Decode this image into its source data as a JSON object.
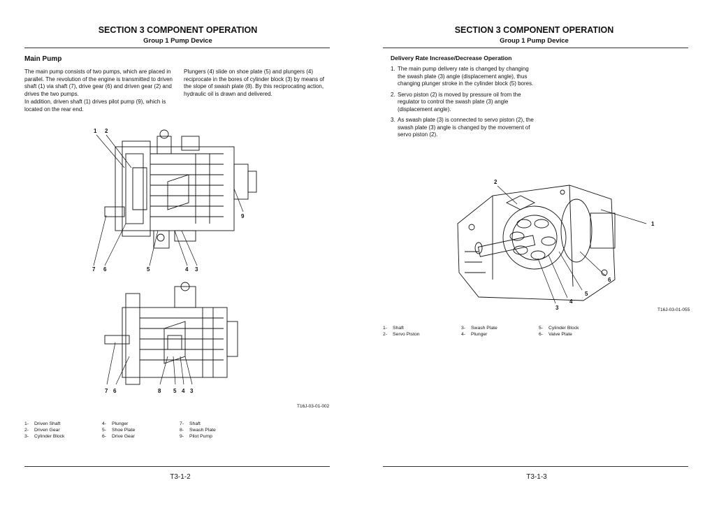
{
  "left": {
    "section_title": "SECTION 3 COMPONENT OPERATION",
    "group_title": "Group 1 Pump Device",
    "heading": "Main Pump",
    "col1": [
      "The main pump consists of two pumps, which are placed in parallel. The revolution of the engine is transmitted to driven shaft (1) via shaft (7), drive gear (6) and driven gear (2) and drives the two pumps.",
      "In addition, driven shaft (1) drives pilot pump (9), which is located on the rear end."
    ],
    "col2": "Plungers (4) slide on shoe plate (5) and plungers (4) reciprocate in the bores of cylinder block (3) by means of the slope of swash plate (8). By this reciprocating action, hydraulic oil is drawn and delivered.",
    "fig_top_callouts": [
      "1",
      "2",
      "9",
      "7",
      "6",
      "5",
      "4",
      "3"
    ],
    "fig_bottom_callouts": [
      "7",
      "6",
      "8",
      "5",
      "4",
      "3"
    ],
    "figure_id": "T16J-03-01-002",
    "legend": [
      [
        {
          "num": "1-",
          "label": "Driven Shaft"
        },
        {
          "num": "2-",
          "label": "Driven Gear"
        },
        {
          "num": "3-",
          "label": "Cylinder Block"
        }
      ],
      [
        {
          "num": "4-",
          "label": "Plunger"
        },
        {
          "num": "5-",
          "label": "Shoe Plate"
        },
        {
          "num": "6-",
          "label": "Drive Gear"
        }
      ],
      [
        {
          "num": "7-",
          "label": "Shaft"
        },
        {
          "num": "8-",
          "label": "Swash Plate"
        },
        {
          "num": "9-",
          "label": "Pilot Pump"
        }
      ]
    ],
    "page_number": "T3-1-2"
  },
  "right": {
    "section_title": "SECTION 3 COMPONENT OPERATION",
    "group_title": "Group 1 Pump Device",
    "heading": "Delivery Rate Increase/Decrease Operation",
    "steps": [
      {
        "num": "1.",
        "text": "The main pump delivery rate is changed by changing the swash plate (3) angle (displacement angle), thus changing plunger stroke in the cylinder block (5) bores."
      },
      {
        "num": "2.",
        "text": "Servo piston (2) is moved by pressure oil from the regulator to control the swash plate (3) angle (displacement angle)."
      },
      {
        "num": "3.",
        "text": "As swash plate (3) is connected to servo piston (2), the swash plate (3) angle is changed by the movement of servo piston (2)."
      }
    ],
    "fig_callouts": [
      "2",
      "1",
      "6",
      "5",
      "4",
      "3"
    ],
    "figure_id": "T16J-03-01-055",
    "legend": [
      [
        {
          "num": "1-",
          "label": "Shaft"
        },
        {
          "num": "2-",
          "label": "Servo Piston"
        }
      ],
      [
        {
          "num": "3-",
          "label": "Swash Plate"
        },
        {
          "num": "4-",
          "label": "Plunger"
        }
      ],
      [
        {
          "num": "5-",
          "label": "Cylinder Block"
        },
        {
          "num": "6-",
          "label": "Valve Plate"
        }
      ]
    ],
    "page_number": "T3-1-3"
  }
}
